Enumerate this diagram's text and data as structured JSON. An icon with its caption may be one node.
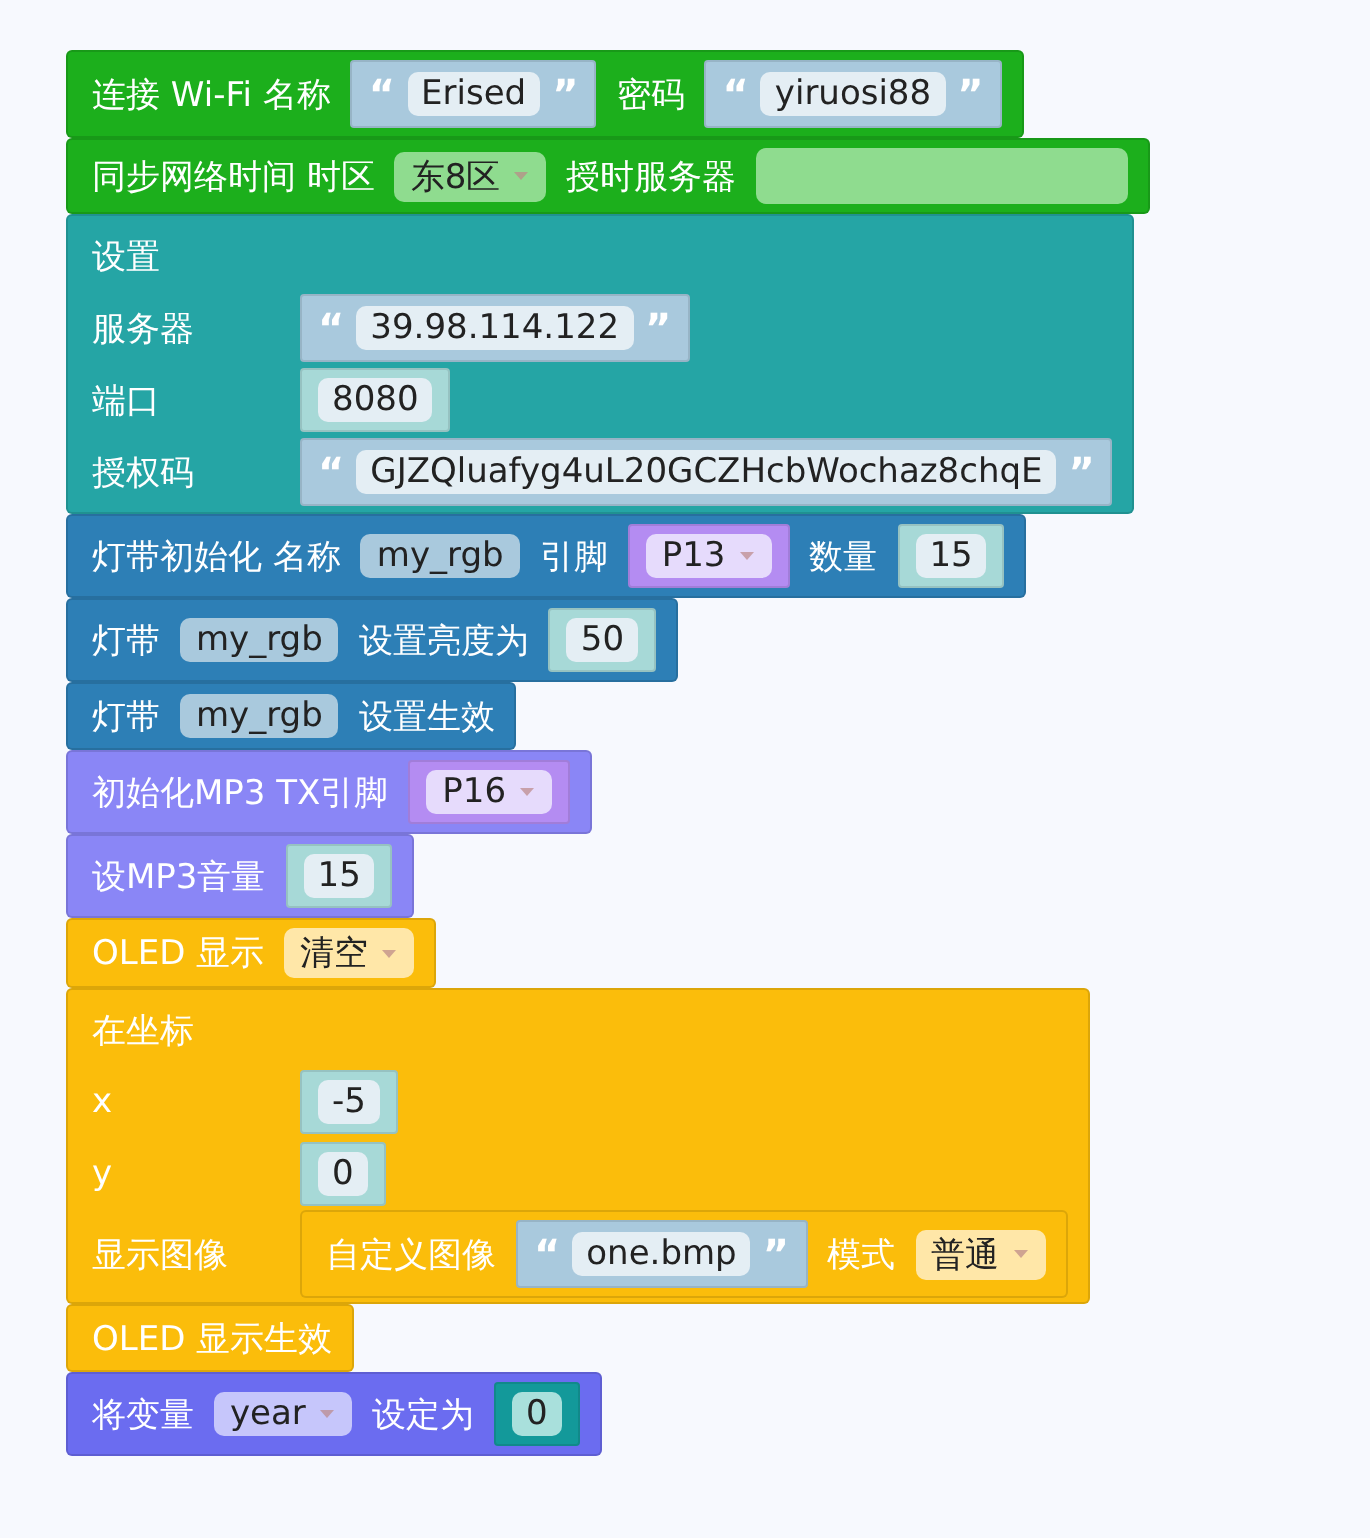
{
  "diagram": {
    "nodes": [
      {
        "text": [
          "连接 Wi-Fi 名称",
          "密码"
        ]
      },
      {
        "text": [
          "“",
          "Erised",
          "”"
        ],
        "in": 0
      },
      {
        "text": [
          "“",
          "yiruosi88",
          "”"
        ],
        "in": 0
      },
      {
        "text": [
          "同步网络时间 时区",
          "授时服务器"
        ]
      },
      {
        "text": [
          "东8区"
        ],
        "in": 3
      },
      {
        "text": [],
        "shape": "box",
        "in": 3
      },
      {
        "text": [
          "设置",
          "服务器",
          "端口",
          "授权码"
        ]
      },
      {
        "text": [
          "“",
          "39.98.114.122",
          "”"
        ],
        "in": 6
      },
      {
        "text": [
          "8080"
        ],
        "in": 6
      },
      {
        "text": [
          "“",
          "GJZQluafyg4uL20GCZHcbWochaz8chqE",
          "”"
        ],
        "in": 6
      },
      {
        "text": [
          "灯带初始化 名称",
          "引脚",
          "数量"
        ]
      },
      {
        "text": [
          "my_rgb"
        ],
        "in": 10
      },
      {
        "text": [
          "P13"
        ],
        "in": 10
      },
      {
        "text": [
          "15"
        ],
        "in": 10
      },
      {
        "text": [
          "灯带",
          "设置亮度为"
        ]
      },
      {
        "text": [
          "my_rgb"
        ],
        "in": 14
      },
      {
        "text": [
          "50"
        ],
        "in": 14
      },
      {
        "text": [
          "灯带",
          "设置生效"
        ]
      },
      {
        "text": [
          "my_rgb"
        ],
        "in": 17
      },
      {
        "text": [
          "初始化MP3 TX引脚"
        ]
      },
      {
        "text": [
          "P16"
        ],
        "in": 19
      },
      {
        "text": [
          "设MP3音量"
        ]
      },
      {
        "text": [
          "15"
        ],
        "in": 21
      },
      {
        "text": [
          "OLED 显示"
        ]
      },
      {
        "text": [
          "清空"
        ],
        "in": 23
      },
      {
        "text": [
          "在坐标",
          "x",
          "y",
          "显示图像"
        ]
      },
      {
        "text": [
          "-5"
        ],
        "in": 25
      },
      {
        "text": [
          "0"
        ],
        "in": 25
      },
      {
        "text": [
          "自定义图像",
          "模式"
        ],
        "in": 25
      },
      {
        "text": [
          "“",
          "one.bmp",
          "”"
        ],
        "in": 28
      },
      {
        "text": [
          "普通"
        ],
        "in": 28
      },
      {
        "text": [
          "OLED 显示生效"
        ]
      },
      {
        "text": [
          "将变量",
          "设定为"
        ]
      },
      {
        "text": [
          "year"
        ],
        "in": 32
      },
      {
        "text": [
          "0"
        ],
        "in": 32
      }
    ]
  }
}
